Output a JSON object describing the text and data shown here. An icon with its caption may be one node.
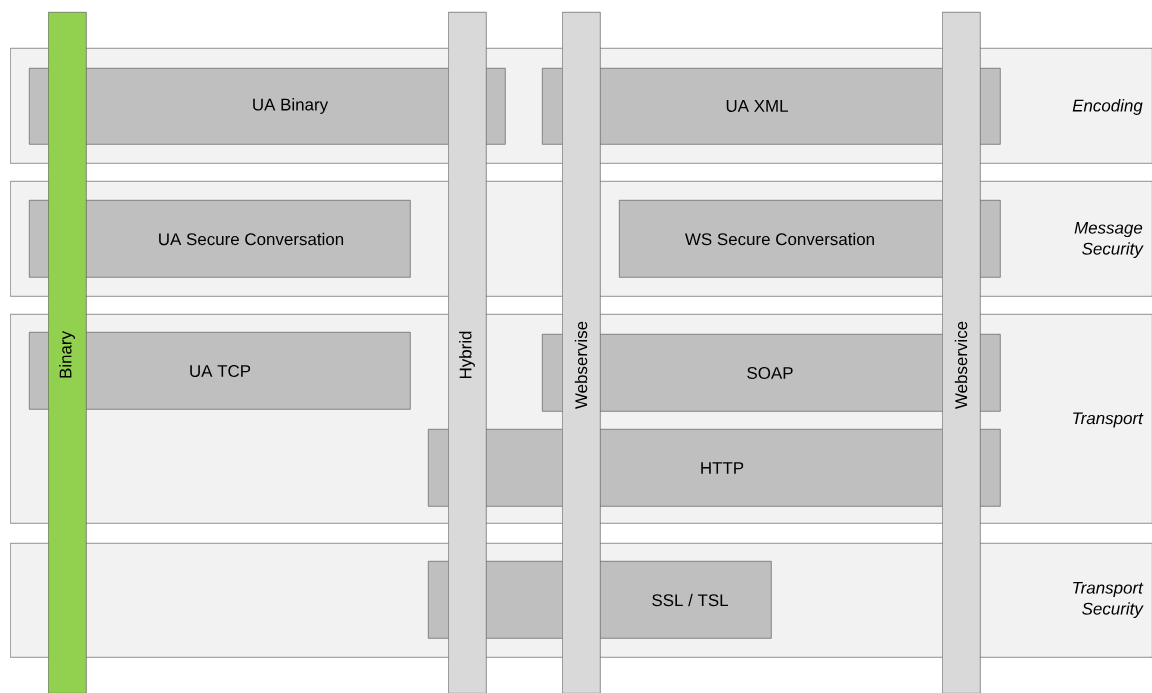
{
  "diagram": {
    "nodes": [
      {
        "text": [
          "Encoding"
        ]
      },
      {
        "text": [
          "UA Binary"
        ],
        "in": 0
      },
      {
        "text": [
          "UA XML"
        ],
        "in": 0
      },
      {
        "text": [
          "Message Security"
        ]
      },
      {
        "text": [
          "UA Secure Conversation"
        ],
        "in": 3
      },
      {
        "text": [
          "WS Secure Conversation"
        ],
        "in": 3
      },
      {
        "text": [
          "Transport"
        ]
      },
      {
        "text": [
          "UA TCP"
        ],
        "in": 6
      },
      {
        "text": [
          "SOAP"
        ],
        "in": 6
      },
      {
        "text": [
          "HTTP"
        ],
        "in": 6
      },
      {
        "text": [
          "Transport Security"
        ]
      },
      {
        "text": [
          "SSL / TSL"
        ],
        "in": 10
      },
      {
        "text": [
          "Binary"
        ]
      },
      {
        "text": [
          "Hybrid"
        ]
      },
      {
        "text": [
          "Webservise"
        ]
      },
      {
        "text": [
          "Webservice"
        ]
      }
    ]
  }
}
